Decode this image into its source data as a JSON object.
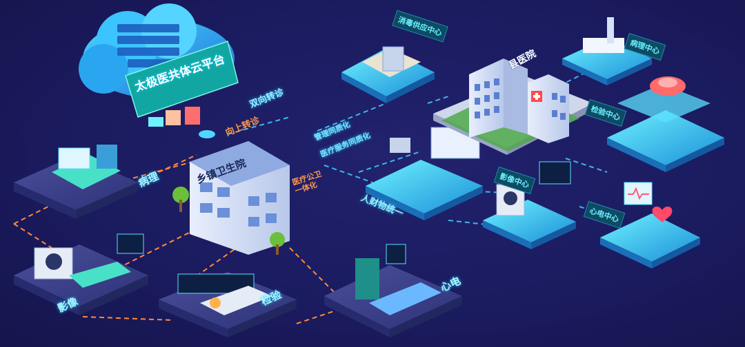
{
  "cloud": {
    "title": "太极医共体云平台"
  },
  "arrows": {
    "two_way": "双向转诊",
    "upward": "向上转诊",
    "mgmt_homo": "管理同质化",
    "service_homo": "医疗服务同质化",
    "public_health": "医疗公卫一体化",
    "resources": "人财物统一"
  },
  "county": {
    "name": "县医院"
  },
  "township": {
    "name": "乡镇卫生院"
  },
  "centers": {
    "disinfection": "消毒供应中心",
    "pathology_center": "病理中心",
    "lab_center": "检验中心",
    "imaging_center": "影像中心",
    "ecg_center": "心电中心"
  },
  "local": {
    "pathology": "病理",
    "imaging": "影像",
    "lab": "检验",
    "ecg": "心电"
  },
  "colors": {
    "bg": "#1b1b60",
    "cyan": "#5be0ff",
    "orange": "#ff8c3a",
    "platform": "#3a3f86"
  }
}
